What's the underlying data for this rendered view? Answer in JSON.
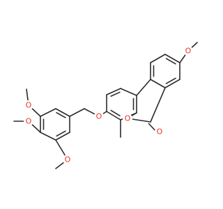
{
  "diagram": {
    "type": "chemical-structure",
    "colors": {
      "bond": "#2b2b2b",
      "oxygen": "#e8352a",
      "carbon": "#2b2b2b"
    },
    "atom_labels": {
      "o_methoxy_right": "O",
      "o_carbonyl": "O",
      "o_ring": "O",
      "o_ether": "O",
      "o_methoxy_top": "O",
      "o_methoxy_mid": "O",
      "o_methoxy_bottom": "O"
    }
  }
}
